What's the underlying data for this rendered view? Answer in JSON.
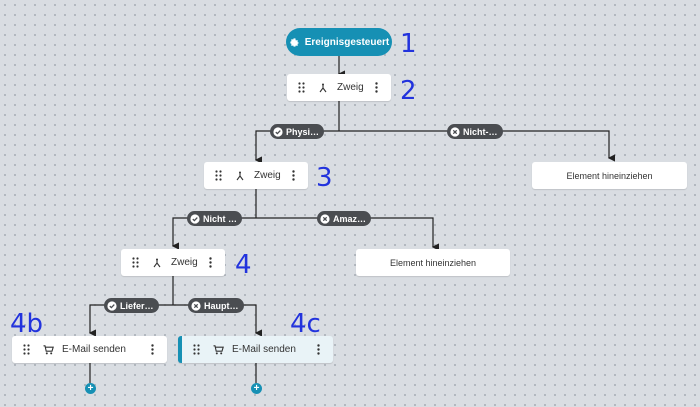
{
  "flow": {
    "trigger": {
      "label": "Ereignisgesteuert",
      "icon": "gear-icon"
    },
    "branch_label": "Zweig",
    "conditions": {
      "level1_yes": "Physi…",
      "level1_no": "Nicht-…",
      "level2_yes": "Nicht …",
      "level2_no": "Amaz…",
      "level3_yes": "Liefer…",
      "level3_no": "Haupt…"
    },
    "drop_placeholder": "Element hineinziehen",
    "email_action": {
      "label": "E-Mail senden",
      "icon": "cart-icon"
    },
    "add_symbol": "+"
  },
  "annotations": {
    "a1": "1",
    "a2": "2",
    "a3": "3",
    "a4": "4",
    "a4b": "4b",
    "a4c": "4c"
  },
  "colors": {
    "accent": "#1690b4",
    "pill": "#4a4d51",
    "annotation": "#2233dd",
    "canvas": "#d9dde2"
  }
}
